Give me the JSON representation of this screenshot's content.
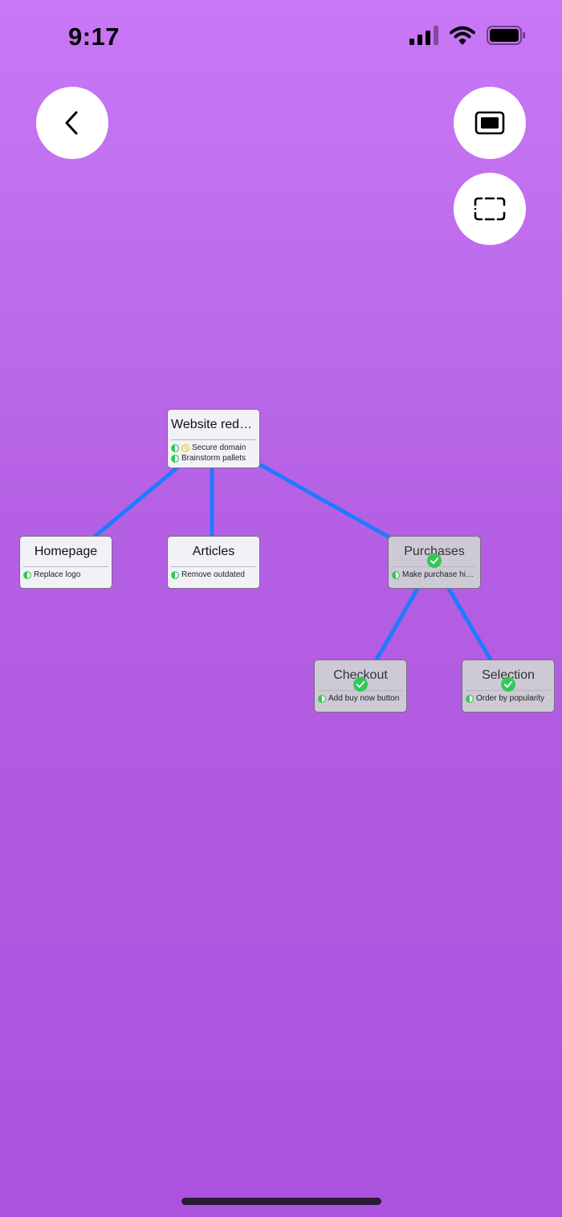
{
  "status_bar": {
    "time": "9:17"
  },
  "buttons": {
    "back_icon": "chevron-left-icon",
    "fit_icon": "rectangle-filled-icon",
    "frame_icon": "rectangle-dashed-icon"
  },
  "colors": {
    "connector": "#1e7bff",
    "complete_check": "#34c759",
    "progress_icon": "#34c759",
    "pending_clock": "#f5c518"
  },
  "nodes": {
    "root": {
      "title": "Website redesign",
      "tasks": [
        {
          "label": "Secure domain",
          "status": "pending"
        },
        {
          "label": "Brainstorm pallets",
          "status": "in-progress"
        }
      ]
    },
    "homepage": {
      "title": "Homepage",
      "tasks": [
        {
          "label": "Replace logo"
        }
      ]
    },
    "articles": {
      "title": "Articles",
      "tasks": [
        {
          "label": "Remove outdated"
        }
      ]
    },
    "purchases": {
      "title": "Purchases",
      "complete": true,
      "tasks": [
        {
          "label": "Make purchase history"
        }
      ]
    },
    "checkout": {
      "title": "Checkout",
      "complete": true,
      "tasks": [
        {
          "label": "Add buy now button"
        }
      ]
    },
    "selection": {
      "title": "Selection",
      "complete": true,
      "tasks": [
        {
          "label": "Order by popularity"
        }
      ]
    }
  }
}
